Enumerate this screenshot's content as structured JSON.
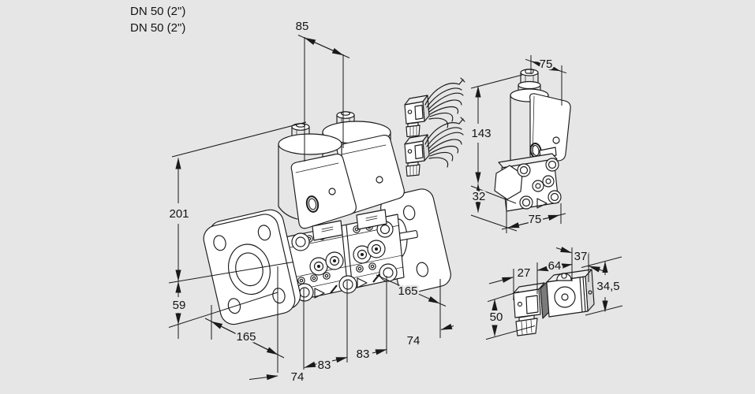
{
  "title": {
    "product_size_line1": "DN 50 (2\")",
    "product_size_line2": "DN 50 (2\")"
  },
  "colors": {
    "background": "#e6e6e6",
    "line": "#1a1a1a",
    "part_face": "#ffffff"
  },
  "dimensions": {
    "main": {
      "top_width": "85",
      "total_height": "201",
      "flange_center_height": "59",
      "left_depth": "165",
      "left_offset": "74",
      "module_width_1": "83",
      "module_width_2": "83",
      "right_depth": "165",
      "right_offset": "74"
    },
    "side_valve": {
      "top_width": "75",
      "body_height": "143",
      "lower_height": "32",
      "bottom_width": "75"
    },
    "coil": {
      "plug_width": "27",
      "body_length": "64",
      "cap_width": "37",
      "height": "34,5",
      "plug_height": "50"
    }
  }
}
